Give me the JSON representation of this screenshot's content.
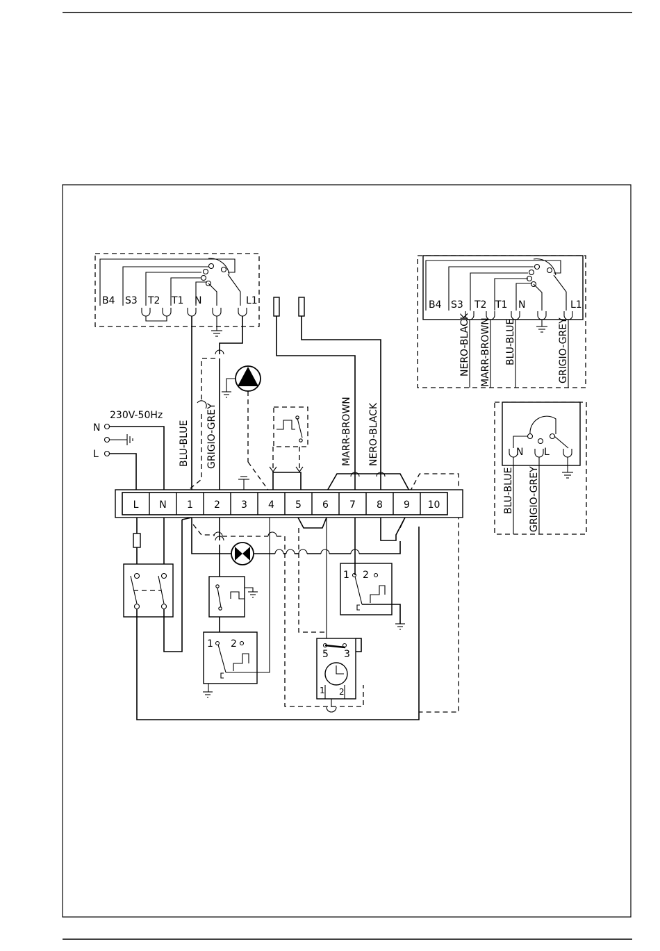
{
  "power_label": "230V-50Hz",
  "supply_terminals": [
    "N",
    "L"
  ],
  "terminal_block": [
    "L",
    "N",
    "1",
    "2",
    "3",
    "4",
    "5",
    "6",
    "7",
    "8",
    "9",
    "10"
  ],
  "left_connector": {
    "pins": [
      "B4",
      "S3",
      "T2",
      "T1",
      "N",
      "L1"
    ]
  },
  "right_connector": {
    "pins": [
      "B4",
      "S3",
      "T2",
      "T1",
      "N",
      "L1"
    ],
    "wires": [
      "NERO-BLACK",
      "MARR-BROWN",
      "BLU-BLUE",
      "GRIGIO-GREY"
    ]
  },
  "pump_connector": {
    "pins": [
      "N",
      "L"
    ],
    "wires": [
      "BLU-BLUE",
      "GRIGIO-GREY"
    ]
  },
  "wire_labels": {
    "blu_blue": "BLU-BLUE",
    "grigio_grey": "GRIGIO-GREY",
    "marr_brown": "MARR-BROWN",
    "nero_black": "NERO-BLACK"
  },
  "relay_contacts": {
    "one": "1",
    "two": "2"
  },
  "timer_contacts": [
    "5",
    "3",
    "1",
    "2"
  ]
}
